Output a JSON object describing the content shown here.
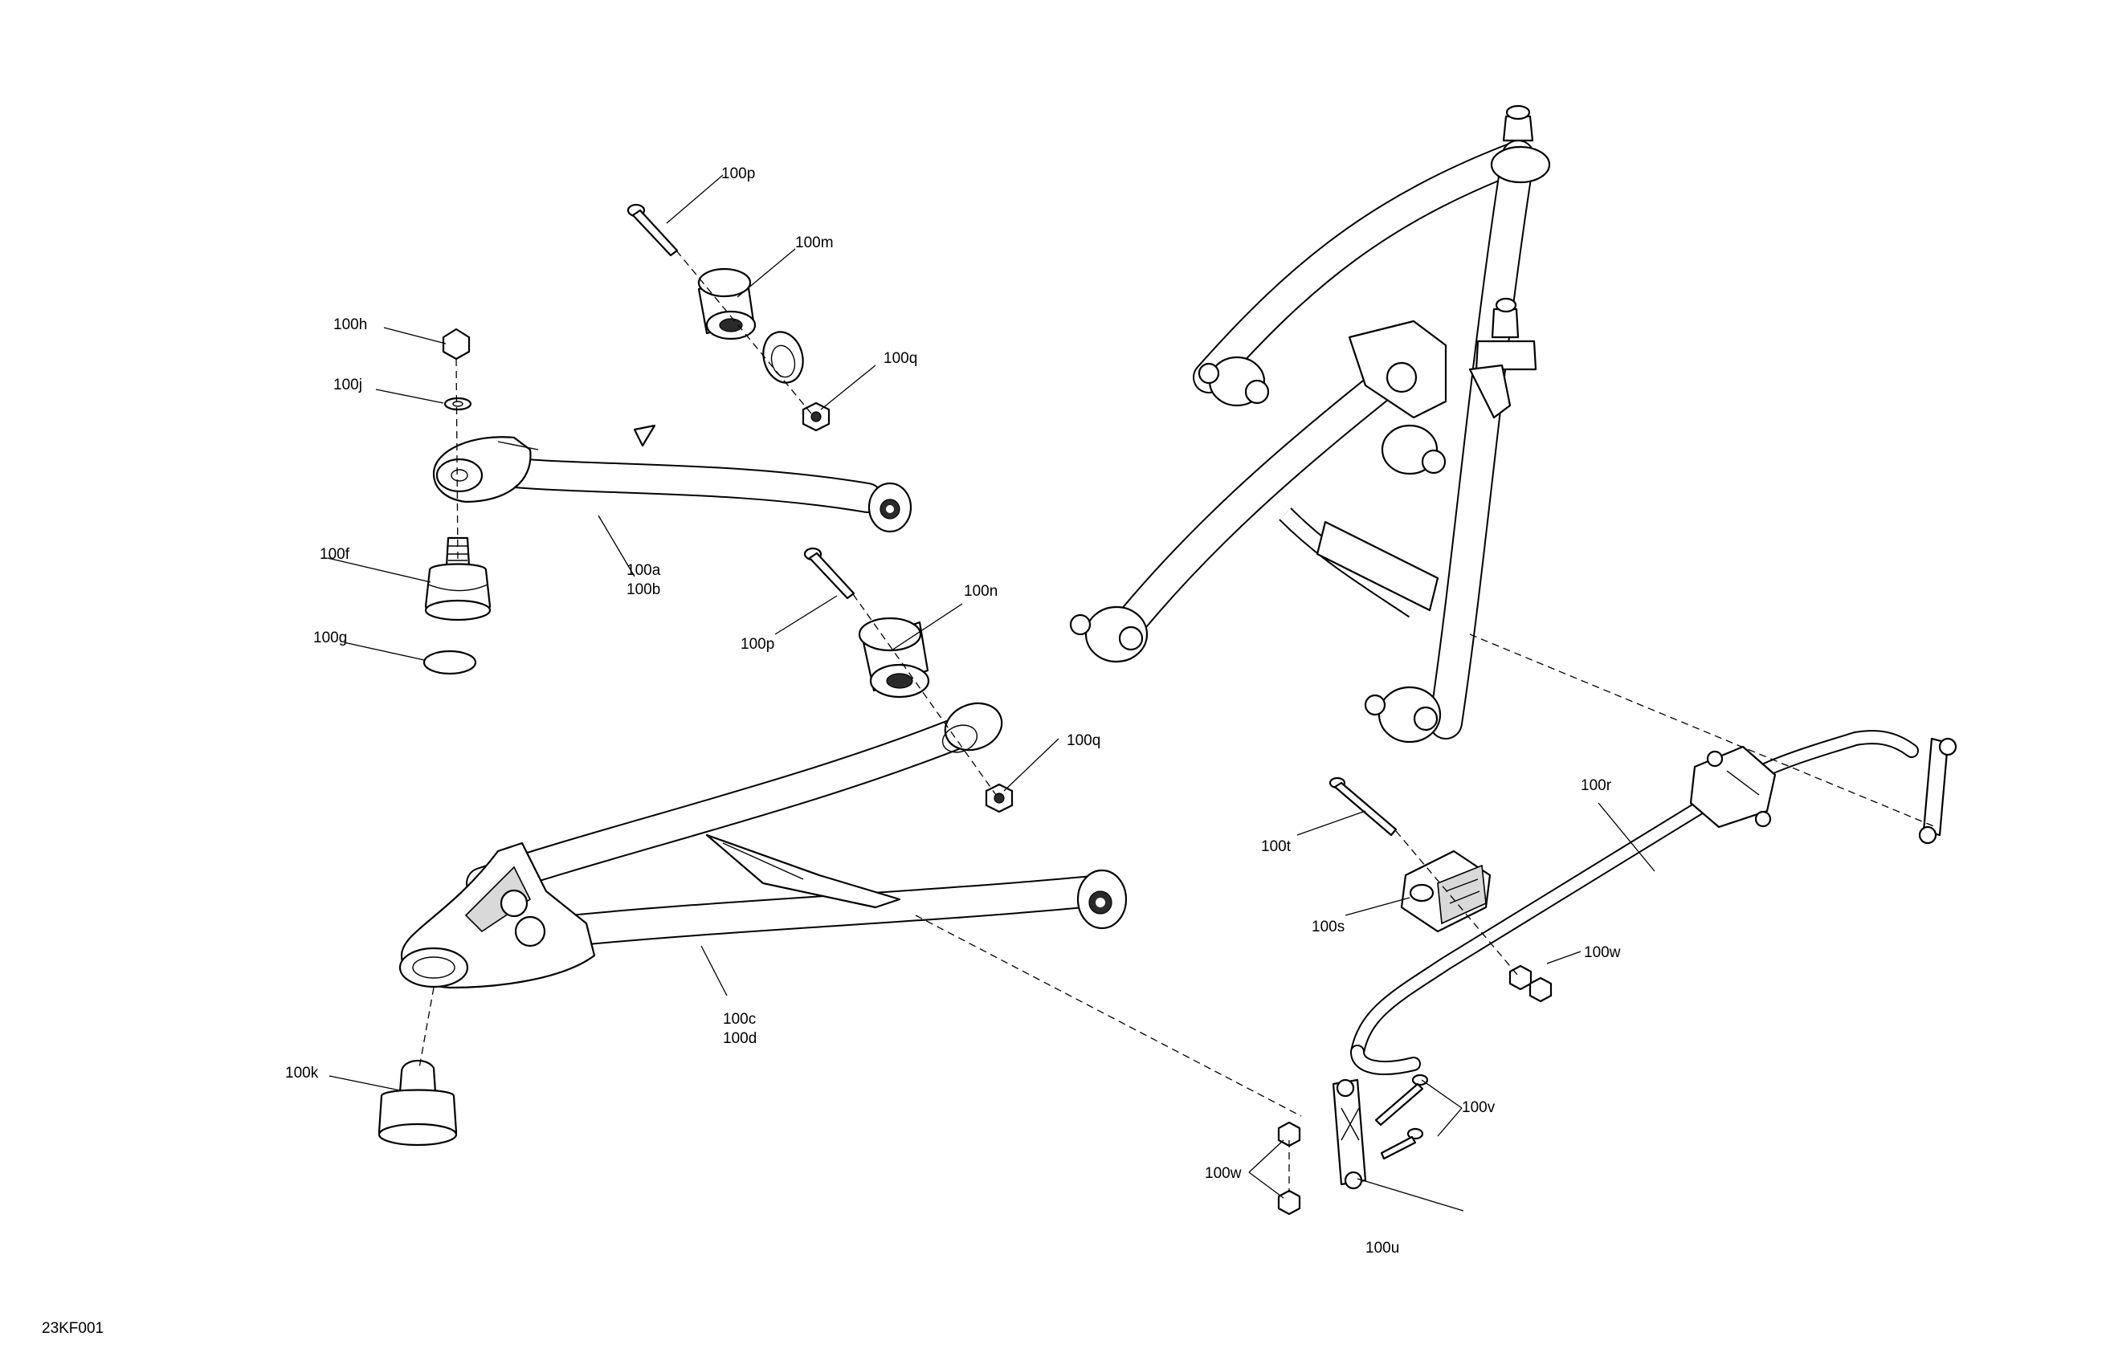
{
  "figure_code": "23KF001",
  "callouts": {
    "a_b": [
      "100a",
      "100b"
    ],
    "c_d": [
      "100c",
      "100d"
    ],
    "f": "100f",
    "g": "100g",
    "h": "100h",
    "j": "100j",
    "k": "100k",
    "m": "100m",
    "n": "100n",
    "p_upper": "100p",
    "p_lower": "100p",
    "q_upper": "100q",
    "q_lower": "100q",
    "r": "100r",
    "s": "100s",
    "t": "100t",
    "u": "100u",
    "v": "100v",
    "w_right": "100w",
    "w_left": "100w"
  }
}
